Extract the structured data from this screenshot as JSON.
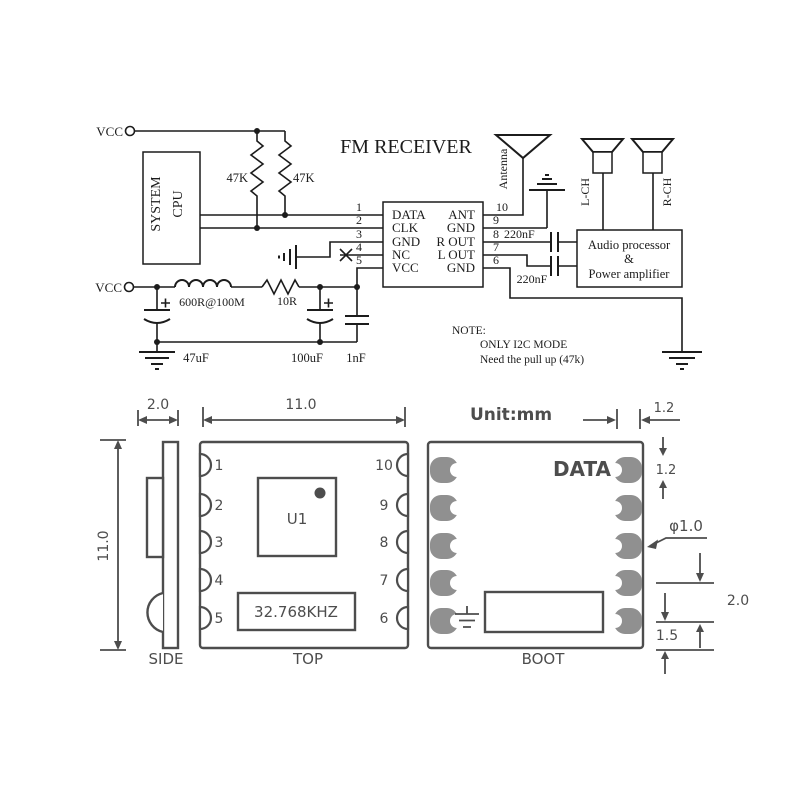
{
  "schematic": {
    "title": "FM RECEIVER",
    "vcc_top": "VCC",
    "vcc_bottom": "VCC",
    "cpu_line1": "SYSTEM",
    "cpu_line2": "CPU",
    "pullup_left": "47K",
    "pullup_right": "47K",
    "ic": {
      "left_pins": [
        {
          "num": "1",
          "name": "DATA"
        },
        {
          "num": "2",
          "name": "CLK"
        },
        {
          "num": "3",
          "name": "GND"
        },
        {
          "num": "4",
          "name": "NC"
        },
        {
          "num": "5",
          "name": "VCC"
        }
      ],
      "right_pins": [
        {
          "num": "10",
          "name": "ANT"
        },
        {
          "num": "9",
          "name": "GND"
        },
        {
          "num": "8",
          "name": "R OUT"
        },
        {
          "num": "7",
          "name": "L OUT"
        },
        {
          "num": "6",
          "name": "GND"
        }
      ]
    },
    "antenna_label": "Antenna",
    "coupling_cap_top": "220nF",
    "coupling_cap_bottom": "220nF",
    "amp_line1": "Audio processor",
    "amp_line2": "&",
    "amp_line3": "Power amplifier",
    "speaker_left": "L-CH",
    "speaker_right": "R-CH",
    "inductor_label": "600R@100M",
    "resistor_label": "10R",
    "cap_47uf": "47uF",
    "cap_100uf": "100uF",
    "cap_1nf": "1nF",
    "note_title": "NOTE:",
    "note_line1": "ONLY I2C MODE",
    "note_line2": "Need the pull up (47k)"
  },
  "mechanical": {
    "unit_label": "Unit:mm",
    "dim_side_width": "2.0",
    "dim_top_width": "11.0",
    "dim_height": "11.0",
    "dim_pad_width": "1.2",
    "dim_pad_height": "1.2",
    "dim_pad_dia": "φ1.0",
    "dim_pad_pitch": "2.0",
    "dim_pad_bottom": "1.5",
    "side_label": "SIDE",
    "top_label": "TOP",
    "boot_label": "BOOT",
    "top_view": {
      "left_pins": [
        "1",
        "2",
        "3",
        "4",
        "5"
      ],
      "right_pins": [
        "10",
        "9",
        "8",
        "7",
        "6"
      ],
      "chip_label": "U1",
      "crystal_label": "32.768KHZ"
    },
    "boot_view": {
      "data_label": "DATA"
    },
    "colors": {
      "pad": "#909090",
      "line": "#4d4d4d"
    }
  },
  "colors": {
    "schematic_line": "#1c1c1c",
    "background": "#ffffff"
  }
}
